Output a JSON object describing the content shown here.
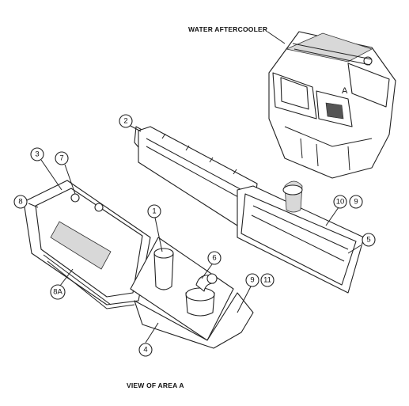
{
  "labels": {
    "water_aftercooler": "WATER AFTERCOOLER",
    "area_letter": "A",
    "view_caption": "VIEW OF AREA  A"
  },
  "callouts": [
    {
      "id": "c2",
      "text": "2"
    },
    {
      "id": "c3",
      "text": "3"
    },
    {
      "id": "c7",
      "text": "7"
    },
    {
      "id": "c8",
      "text": "8"
    },
    {
      "id": "c1",
      "text": "1"
    },
    {
      "id": "c6",
      "text": "6"
    },
    {
      "id": "c10",
      "text": "10"
    },
    {
      "id": "c9a",
      "text": "9"
    },
    {
      "id": "c5",
      "text": "5"
    },
    {
      "id": "c9b",
      "text": "9"
    },
    {
      "id": "c11",
      "text": "11"
    },
    {
      "id": "c8a",
      "text": "8A"
    },
    {
      "id": "c4",
      "text": "4"
    }
  ],
  "colors": {
    "line": "#222222",
    "background": "#ffffff"
  }
}
